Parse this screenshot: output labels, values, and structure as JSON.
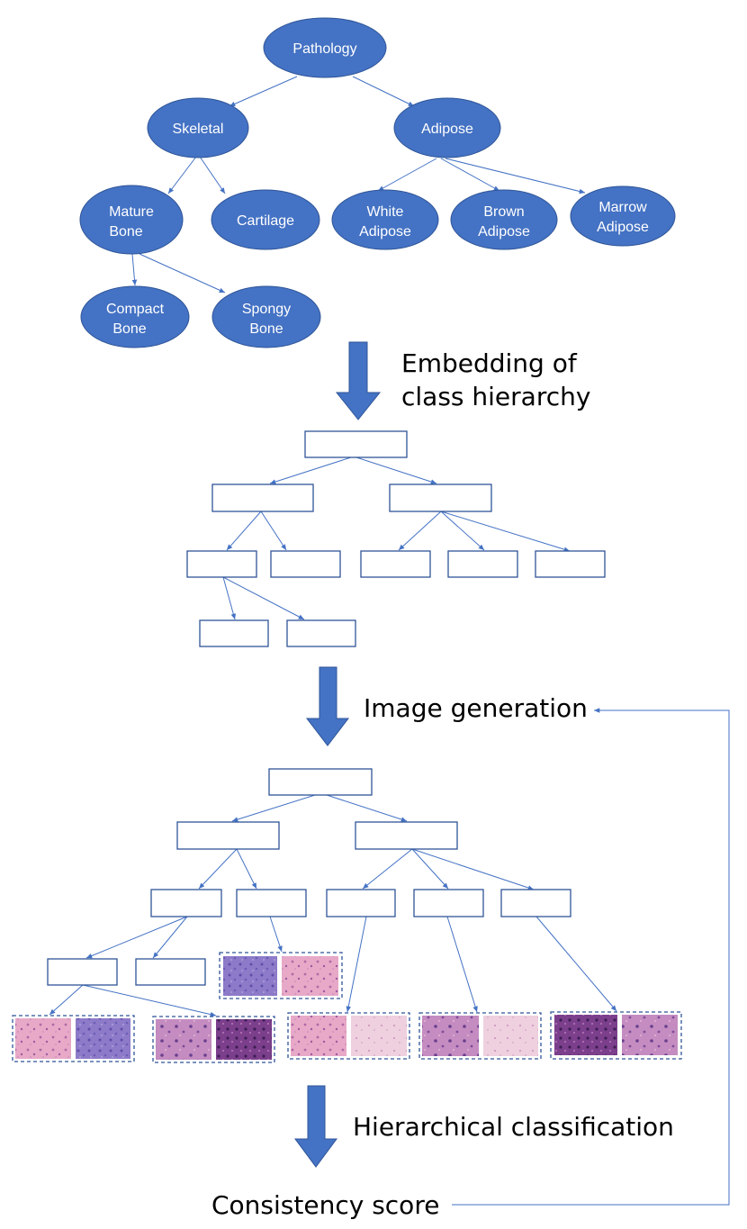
{
  "colors": {
    "node_fill": "#4472c4",
    "node_stroke": "#2f5597",
    "connector": "#4472c4",
    "arrow": "#4472c4",
    "node_text": "#ffffff",
    "step_text": "#000000",
    "tissue_pink": "#e4a4c4",
    "tissue_purple": "#8e78c8"
  },
  "hierarchy": {
    "root": "Pathology",
    "skeletal": "Skeletal",
    "adipose": "Adipose",
    "mature_bone": [
      "Mature",
      "Bone"
    ],
    "cartilage": "Cartilage",
    "white_adipose": [
      "White",
      "Adipose"
    ],
    "brown_adipose": [
      "Brown",
      "Adipose"
    ],
    "marrow_adipose": [
      "Marrow",
      "Adipose"
    ],
    "compact_bone": [
      "Compact",
      "Bone"
    ],
    "spongy_bone": [
      "Spongy",
      "Bone"
    ]
  },
  "steps": {
    "embedding": [
      "Embedding of",
      "class hierarchy"
    ],
    "image_generation": "Image generation",
    "classification": "Hierarchical classification",
    "consistency": "Consistency score"
  },
  "icons": {
    "down_arrow": "down-arrow-icon",
    "feedback_arrow": "feedback-arrow-icon"
  }
}
